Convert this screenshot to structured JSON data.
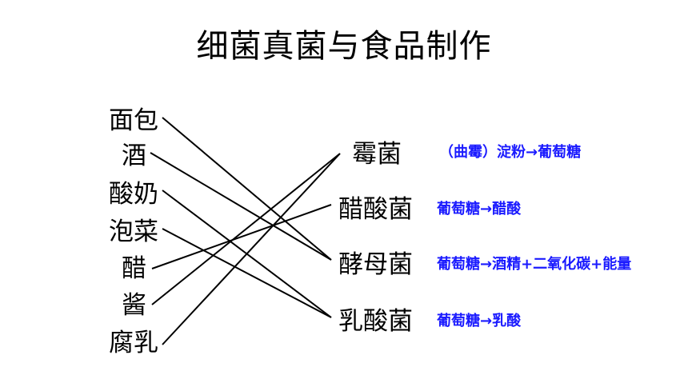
{
  "title": "细菌真菌与食品制作",
  "foods": [
    "面包",
    "酒",
    "酸奶",
    "泡菜",
    "醋",
    "酱",
    "腐乳"
  ],
  "microbes": [
    "霉菌",
    "醋酸菌",
    "酵母菌",
    "乳酸菌"
  ],
  "processes": [
    "（曲霉）淀粉→葡萄糖",
    "葡萄糖→醋酸",
    "葡萄糖→酒精+二氧化碳+能量",
    "葡萄糖→乳酸"
  ],
  "connections": [
    {
      "food": 0,
      "microbe": 2
    },
    {
      "food": 1,
      "microbe": 2
    },
    {
      "food": 2,
      "microbe": 3
    },
    {
      "food": 3,
      "microbe": 3
    },
    {
      "food": 4,
      "microbe": 1
    },
    {
      "food": 5,
      "microbe": 0
    },
    {
      "food": 6,
      "microbe": 0
    }
  ],
  "colors": {
    "text": "#000000",
    "process": "#1a1aff",
    "line": "#000000"
  }
}
